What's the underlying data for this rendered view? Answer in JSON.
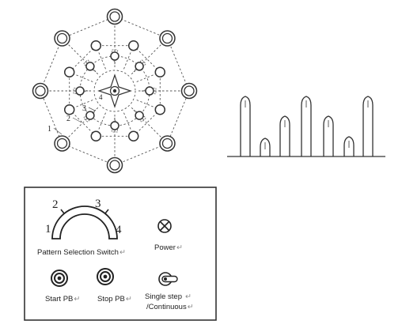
{
  "fountain_layout": {
    "ring_labels": [
      "1",
      "2",
      "3",
      "4"
    ]
  },
  "control_panel": {
    "pattern_switch": {
      "position_labels": [
        "1",
        "2",
        "3",
        "4"
      ],
      "label": "Pattern Selection Switch"
    },
    "power_label": "Power",
    "start_label": "Start PB",
    "stop_label": "Stop PB",
    "mode_label_line1": "Single step",
    "mode_label_line2": "/Continuous",
    "return_mark": "↵"
  }
}
